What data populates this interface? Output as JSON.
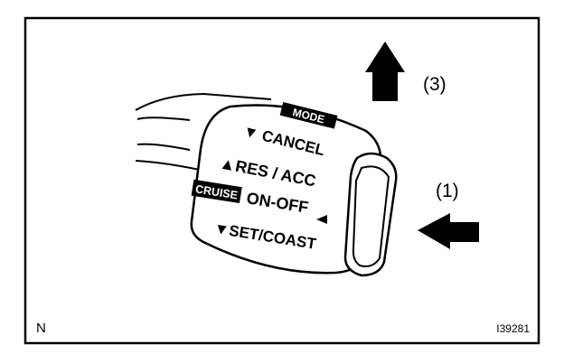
{
  "labels": {
    "arrow_up": "(3)",
    "arrow_push": "(1)",
    "corner": "N",
    "figure_id": "I39281"
  },
  "lever": {
    "mode_badge": "MODE",
    "cancel": "▼ CANCEL",
    "res_acc": "▲RES / ACC",
    "cruise_badge": "CRUISE",
    "on_off": "ON-OFF",
    "set_coast": "▼SET/COAST"
  }
}
